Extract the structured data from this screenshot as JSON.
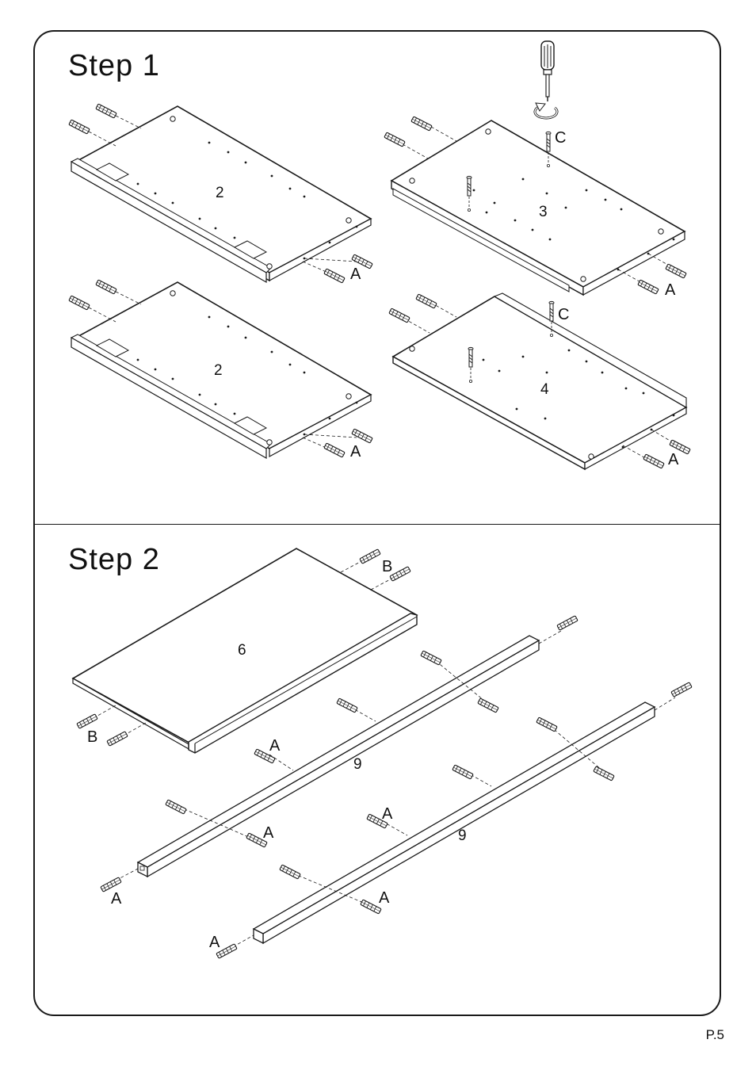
{
  "steps": [
    {
      "title": "Step  1"
    },
    {
      "title": "Step  2"
    }
  ],
  "page_number": "P.5",
  "labels": {
    "part_2": "2",
    "part_3": "3",
    "part_4": "4",
    "part_6": "6",
    "part_9": "9",
    "dowel_a": "A",
    "dowel_b": "B",
    "cam_c": "C"
  },
  "icons": [
    "screwdriver-icon",
    "rotation-arrow-icon"
  ]
}
